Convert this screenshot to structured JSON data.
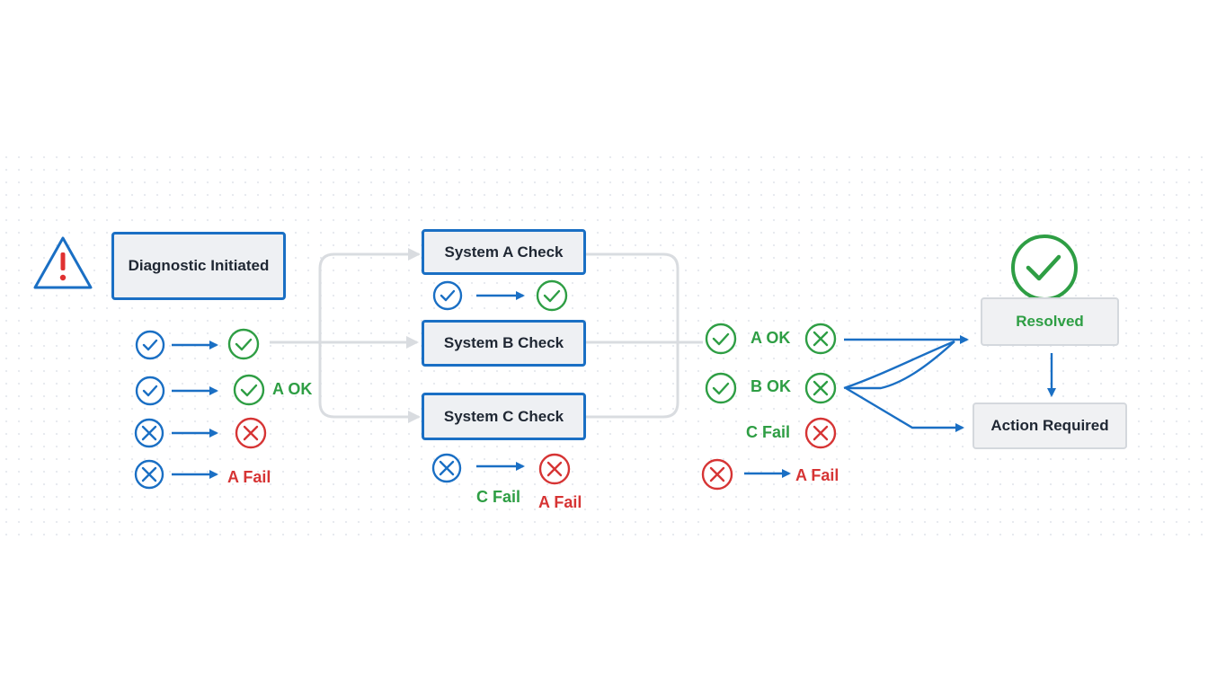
{
  "nodes": {
    "diagnostic": "Diagnostic Initiated",
    "system_a": "System A Check",
    "system_b": "System B Check",
    "system_c": "System C Check",
    "resolved": "Resolved",
    "action_required": "Action Required"
  },
  "labels": {
    "left_a_ok": "A OK",
    "left_a_fail": "A Fail",
    "mid_c_fail": "C Fail",
    "mid_a_fail": "A Fail",
    "right_a_ok": "A OK",
    "right_b_ok": "B OK",
    "right_c_fail": "C Fail",
    "right_a_fail": "A Fail"
  },
  "colors": {
    "flow_blue": "#1a6fc4",
    "ok_green": "#2e9e44",
    "fail_red": "#d63434",
    "connector_grey": "#d9dce0",
    "warning_red": "#e03131"
  }
}
